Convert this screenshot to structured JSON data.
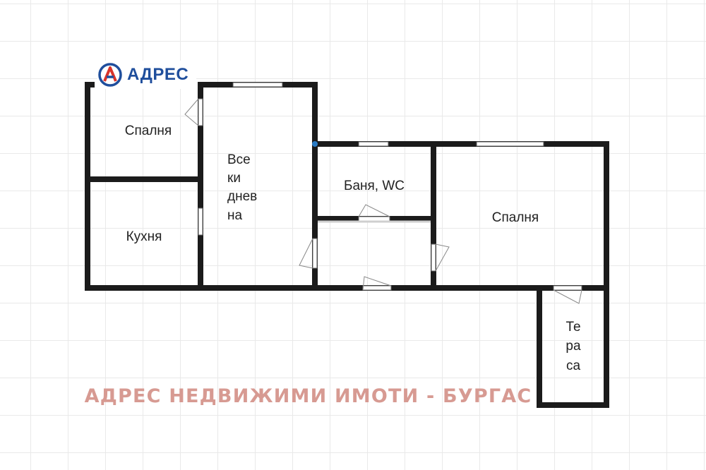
{
  "brand": {
    "logo_text": "АДРЕС",
    "logo_color": "#1f4e9c",
    "logo_accent": "#d9342b"
  },
  "rooms": {
    "bedroom_left": "Спалня",
    "kitchen": "Кухня",
    "living_room": "Все\nки\nднев\nна",
    "bathroom": "Баня, WC",
    "bedroom_right": "Спалня",
    "terrace": "Те\nра\nса"
  },
  "watermark": {
    "text": "АДРЕС НЕДВИЖИМИ ИМОТИ - БУРГАС",
    "color": "#d79a92"
  },
  "colors": {
    "wall": "#1b1b1b",
    "grid": "#e9e9e9"
  }
}
